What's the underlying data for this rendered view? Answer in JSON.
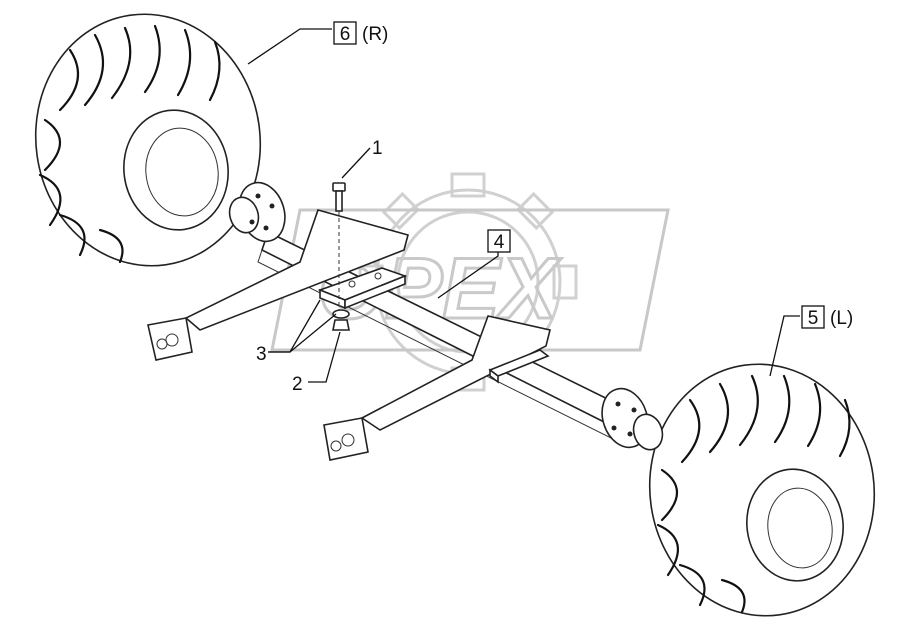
{
  "watermark": {
    "text": "OPEX"
  },
  "callouts": [
    {
      "id": "callout-1",
      "number": "1",
      "boxed": false,
      "suffix": ""
    },
    {
      "id": "callout-2",
      "number": "2",
      "boxed": false,
      "suffix": ""
    },
    {
      "id": "callout-3",
      "number": "3",
      "boxed": false,
      "suffix": ""
    },
    {
      "id": "callout-4",
      "number": "4",
      "boxed": true,
      "suffix": ""
    },
    {
      "id": "callout-5",
      "number": "5",
      "boxed": true,
      "suffix": "(L)"
    },
    {
      "id": "callout-6",
      "number": "6",
      "boxed": true,
      "suffix": "(R)"
    }
  ]
}
